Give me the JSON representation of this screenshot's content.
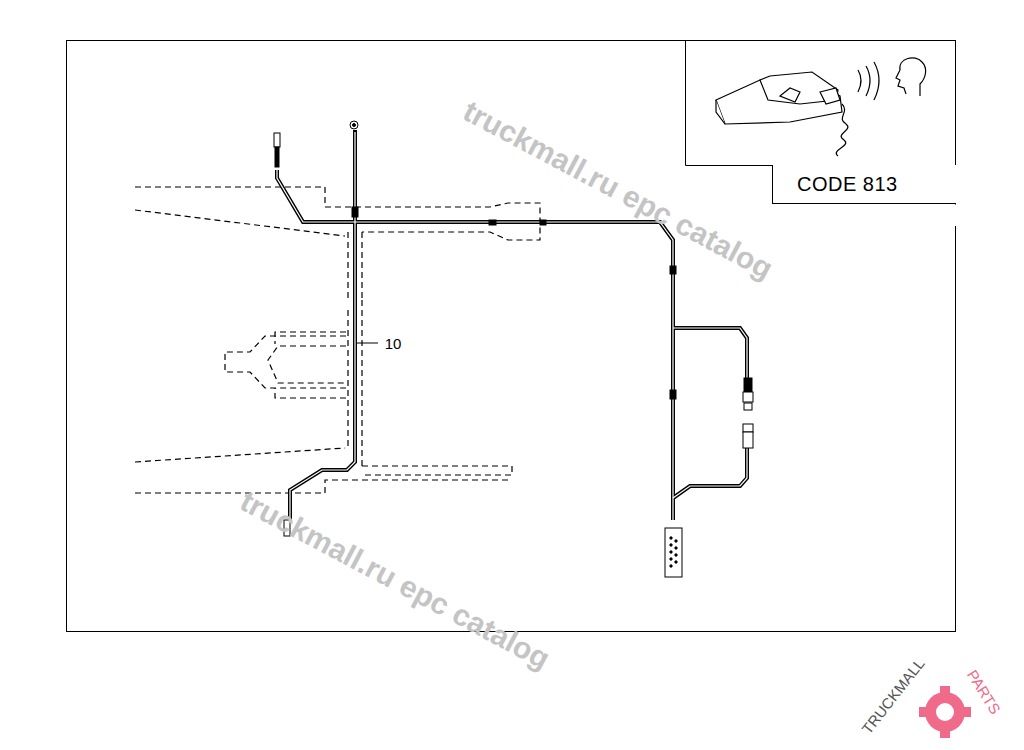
{
  "diagram": {
    "nodes": [
      {
        "text": [
          "CODE 813"
        ]
      }
    ],
    "edges": [],
    "labels": [
      "10",
      "truckmall.ru epc catalog",
      "truckmall.ru epc catalog",
      "TRUCKMALL",
      "PARTS"
    ]
  }
}
